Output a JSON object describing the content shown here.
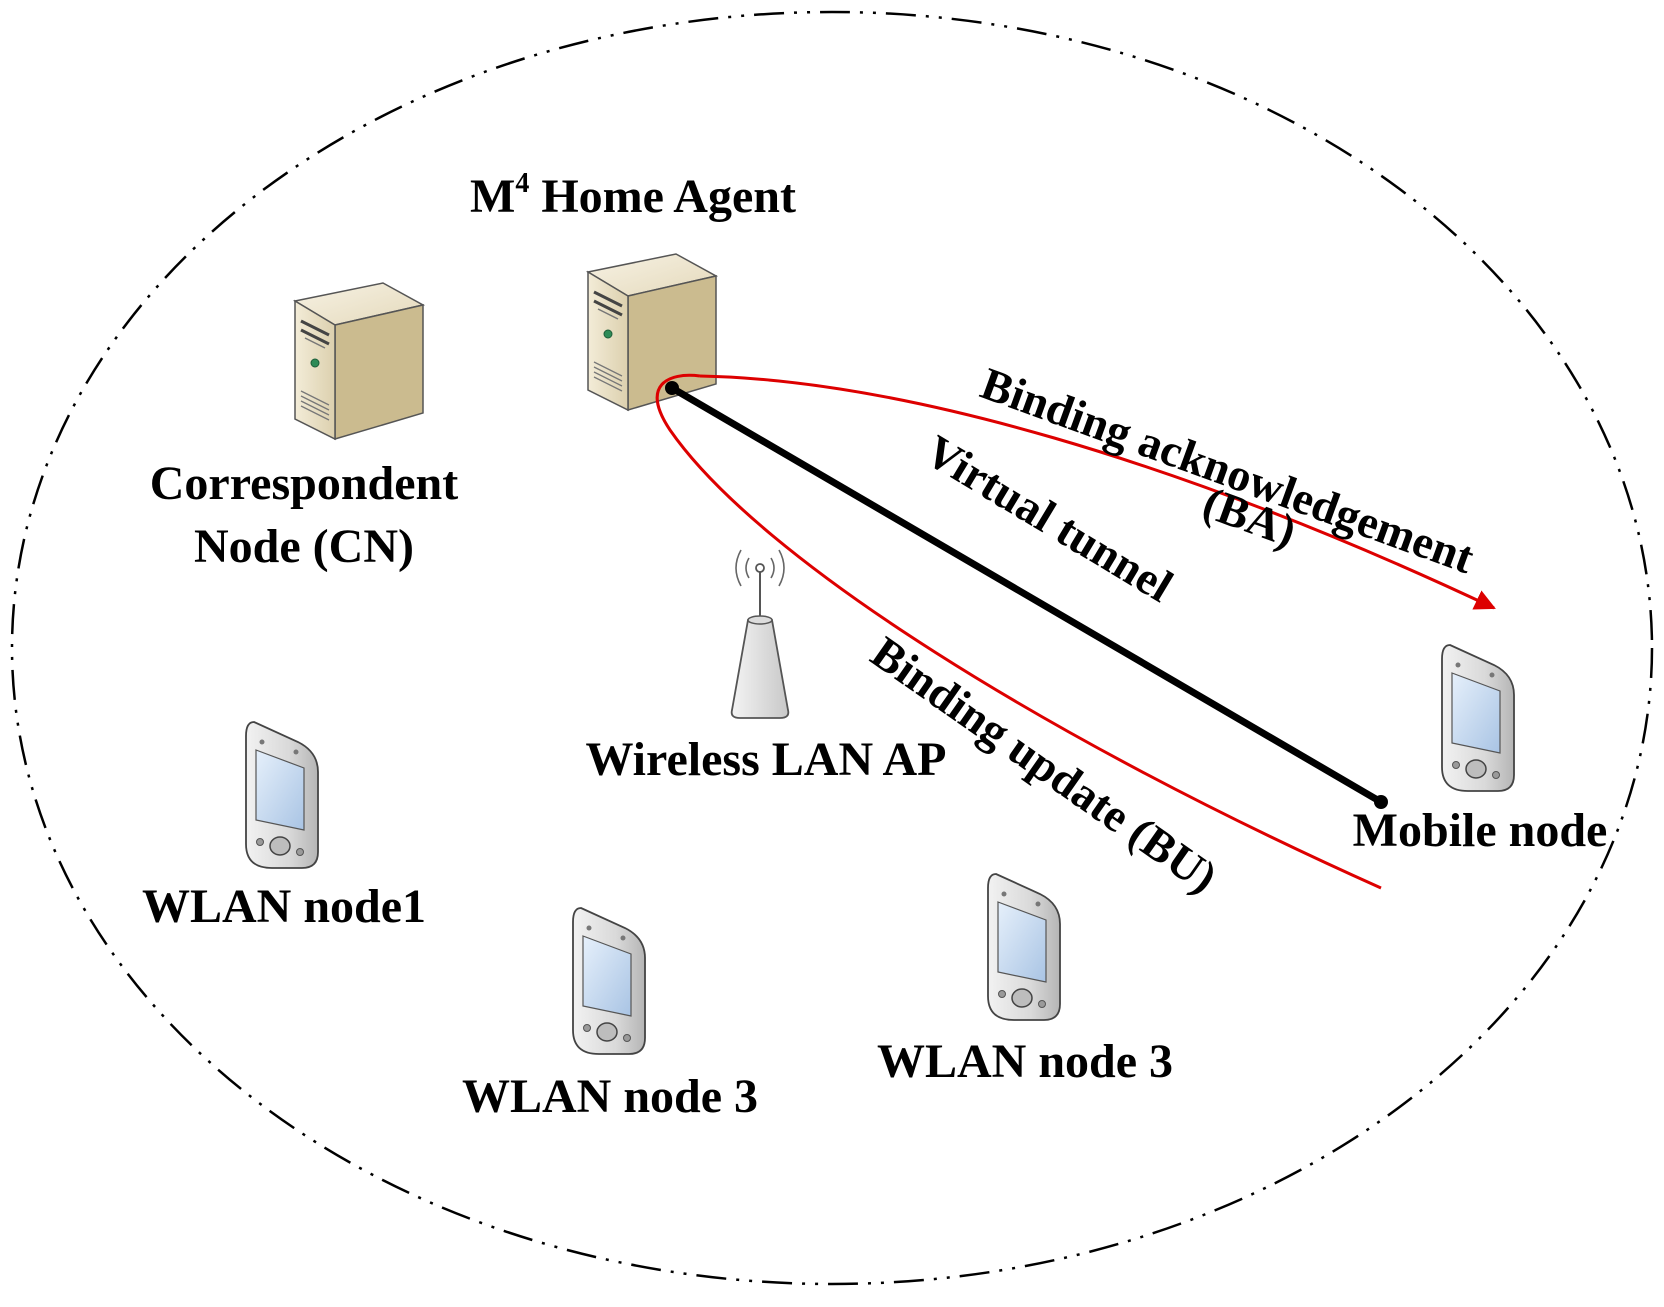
{
  "colors": {
    "signal_line": "#dd0000",
    "tunnel_line": "#000000",
    "server_body": "#e6dcc0",
    "server_side": "#c9b98d",
    "screen": "#c9dcf2"
  },
  "labels": {
    "home_agent_base": "M",
    "home_agent_sup": "4",
    "home_agent_rest": " Home Agent",
    "cn_line1": "Correspondent",
    "cn_line2": "Node (CN)",
    "ap": "Wireless LAN AP",
    "ba_line1": "Binding acknowledgement",
    "ba_line2": "(BA)",
    "tunnel": "Virtual tunnel",
    "bu": "Binding update (BU)",
    "mobile": "Mobile node",
    "wlan1": "WLAN node1",
    "wlan2": "WLAN node 3",
    "wlan3": "WLAN node 3"
  },
  "icons": {
    "home_agent": "server-tower-icon",
    "correspondent": "server-tower-icon",
    "access_point": "wireless-antenna-icon",
    "handhelds": "pda-device-icon"
  }
}
